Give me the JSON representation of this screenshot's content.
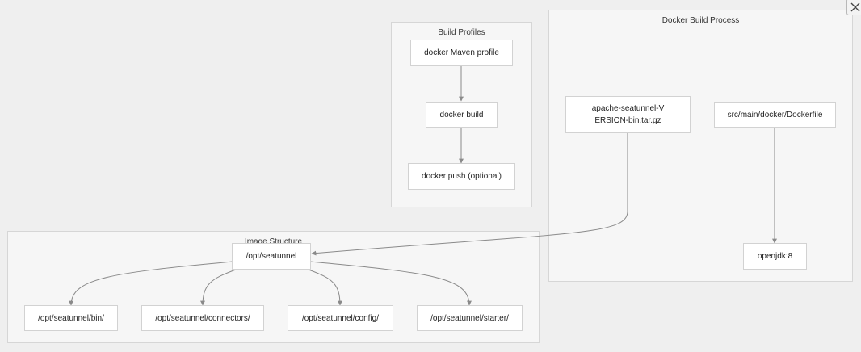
{
  "clusters": {
    "build_profiles": "Build Profiles",
    "docker_build_process": "Docker Build Process",
    "image_structure": "Image Structure"
  },
  "nodes": {
    "maven_profile": "docker Maven profile",
    "docker_build": "docker build",
    "docker_push": "docker push (optional)",
    "tarball": "apache-seatunnel-VERSION-bin.tar.gz",
    "dockerfile": "src/main/docker/Dockerfile",
    "openjdk": "openjdk:8",
    "opt_seatunnel": "/opt/seatunnel",
    "bin": "/opt/seatunnel/bin/",
    "connectors": "/opt/seatunnel/connectors/",
    "config": "/opt/seatunnel/config/",
    "starter": "/opt/seatunnel/starter/"
  },
  "icons": {
    "close": "close-icon"
  },
  "colors": {
    "background": "#efefef",
    "cluster_fill": "#f6f6f6",
    "node_fill": "#ffffff",
    "edge": "#8a8a8a"
  }
}
